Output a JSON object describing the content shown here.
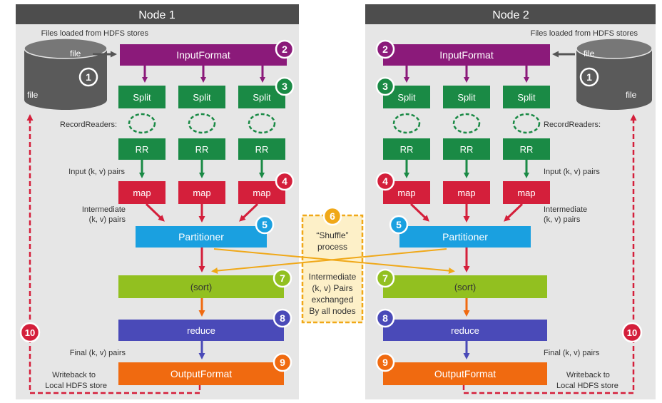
{
  "node1": {
    "title": "Node 1",
    "files_loaded": "Files loaded from HDFS stores",
    "file_top": "file",
    "file_bottom": "file",
    "input_format": "InputFormat",
    "split": "Split",
    "record_readers": "RecordReaders:",
    "rr": "RR",
    "input_pairs": "Input (k, v) pairs",
    "map": "map",
    "intermediate_line1": "Intermediate",
    "intermediate_line2": "(k, v) pairs",
    "partitioner": "Partitioner",
    "sort": "(sort)",
    "reduce": "reduce",
    "final_pairs": "Final (k, v) pairs",
    "output_format": "OutputFormat",
    "writeback_line1": "Writeback to",
    "writeback_line2": "Local HDFS store"
  },
  "node2": {
    "title": "Node 2",
    "files_loaded": "Files loaded from HDFS stores",
    "file_top": "file",
    "file_bottom": "file",
    "input_format": "InputFormat",
    "split": "Split",
    "record_readers": "RecordReaders:",
    "rr": "RR",
    "input_pairs": "Input (k, v) pairs",
    "map": "map",
    "intermediate_line1": "Intermediate",
    "intermediate_line2": "(k, v) pairs",
    "partitioner": "Partitioner",
    "sort": "(sort)",
    "reduce": "reduce",
    "final_pairs": "Final (k, v) pairs",
    "output_format": "OutputFormat",
    "writeback_line1": "Writeback to",
    "writeback_line2": "Local HDFS store"
  },
  "shuffle": {
    "line1": "“Shuffle”",
    "line2": "process",
    "desc1": "Intermediate",
    "desc2": "(k, v) Pairs",
    "desc3": "exchanged",
    "desc4": "By all nodes"
  },
  "step_numbers": {
    "storage": "1",
    "input_format": "2",
    "split": "3",
    "map": "4",
    "partitioner": "5",
    "shuffle": "6",
    "sort": "7",
    "reduce": "8",
    "output_format": "9",
    "writeback": "10"
  },
  "colors": {
    "header": "#4d4d4d",
    "panel": "#e6e6e6",
    "storage": "#5a5a5a",
    "input_format": "#8b1a7a",
    "split": "#1a8a45",
    "map": "#d41f3b",
    "partitioner": "#1aa0e0",
    "sort": "#92c020",
    "reduce": "#4a4ab8",
    "output_format": "#f06a10",
    "shuffle": "#f0a818",
    "writeback": "#d41f3b",
    "arrow": "#555555"
  },
  "icons": {
    "storage": "disk-cylinder-icon",
    "record_reader": "circular-arrows-icon"
  }
}
